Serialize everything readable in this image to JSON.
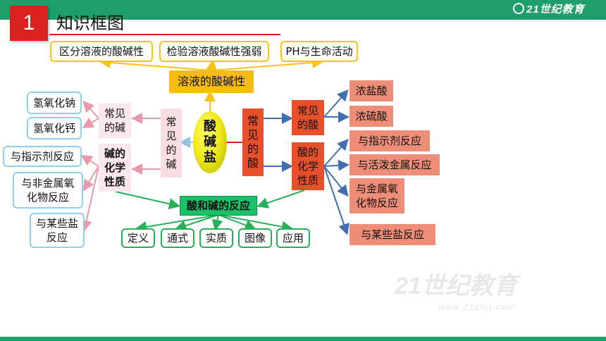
{
  "header": {
    "number": "1",
    "title": "知识框图",
    "logo_text": "21世纪教育",
    "watermark_text": "21世纪教育",
    "watermark_url": "www.21cnjy.com"
  },
  "colors": {
    "bar_green": "#1e9e6a",
    "number_red": "#d9221f",
    "yellow": "#f7bb12",
    "pink": "#f8dde2",
    "light_blue": "#8fd0ec",
    "red": "#e8502c",
    "salmon": "#ef8e78",
    "green": "#1ac267"
  },
  "center": {
    "label": "酸碱盐"
  },
  "solution": {
    "label": "溶液的酸碱性",
    "children": [
      "区分溶液的酸碱性",
      "检验溶液酸碱性强弱",
      "PH与生命活动"
    ]
  },
  "base": {
    "label": "常见的碱",
    "common": "常见的碱",
    "common_items": [
      "氢氧化钠",
      "氢氧化钙"
    ],
    "chem": "碱的化学性质",
    "chem_items": [
      "与指示剂反应",
      "与非金属氧化物反应",
      "与某些盐反应"
    ]
  },
  "acid": {
    "label": "常见的酸",
    "common": "常见的酸",
    "common_items": [
      "浓盐酸",
      "浓硫酸"
    ],
    "chem": "酸的化学性质",
    "chem_items": [
      "与指示剂反应",
      "与活泼金属反应",
      "与金属氧化物反应",
      "与某些盐反应"
    ]
  },
  "neutral": {
    "label": "酸和碱的反应",
    "items": [
      "定义",
      "通式",
      "实质",
      "图像",
      "应用"
    ]
  }
}
